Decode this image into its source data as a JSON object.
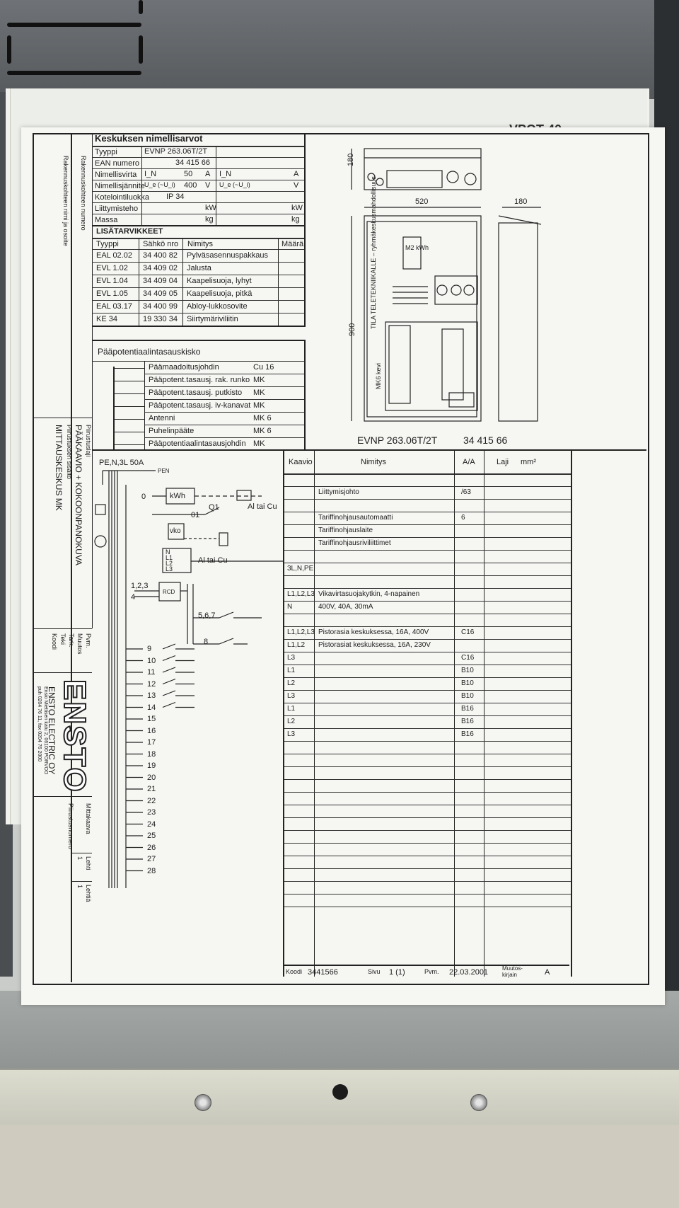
{
  "back_sheet_header": "VPOT 40",
  "ratings": {
    "title": "Keskuksen nimellisarvot",
    "rows": [
      {
        "label": "Tyyppi",
        "value": "EVNP 263.06T/2T"
      },
      {
        "label": "EAN numero",
        "value": "34 415 66"
      },
      {
        "label": "Nimellisvirta",
        "sym": "I_N",
        "value": "50",
        "unit": "A",
        "sym2": "I_N",
        "unit2": "A"
      },
      {
        "label": "Nimellisjännite",
        "sym": "U_e (~U_i)",
        "value": "400",
        "unit": "V",
        "sym2": "U_e (~U_i)",
        "unit2": "V"
      },
      {
        "label": "Kotelointiluokka",
        "value": "IP 34"
      },
      {
        "label": "Liittymisteho",
        "unit": "kW",
        "unit2": "kW"
      },
      {
        "label": "Massa",
        "unit": "kg",
        "unit2": "kg"
      }
    ]
  },
  "side_labels": {
    "rakennuskohde": "Rakennuskohteen nimi ja osoite",
    "rakennuspaikka": "Rakennuskohteen numero",
    "piirustuslaji_label": "Piirustuslaji",
    "piirustuslaji": "PÄÄKAAVIO + KOKOONPANOKUVA",
    "piirustuksen_sisalto_label": "Piirustuksen sisältö",
    "piirustuksen_sisalto": "MITTAUSKESKUS MK",
    "pvm": "Pvm.",
    "muutos": "Muutos",
    "tark": "Tark.",
    "teki": "Teki",
    "koodi": "Koodi"
  },
  "accessories": {
    "title": "LISÄTARVIKKEET",
    "headers": [
      "Tyyppi",
      "Sähkö nro",
      "Nimitys",
      "Määrä"
    ],
    "rows": [
      [
        "EAL 02.02",
        "34 400 82",
        "Pylväsasennuspakkaus",
        ""
      ],
      [
        "EVL 1.02",
        "34 409 02",
        "Jalusta",
        ""
      ],
      [
        "EVL 1.04",
        "34 409 04",
        "Kaapelisuoja, lyhyt",
        ""
      ],
      [
        "EVL 1.05",
        "34 409 05",
        "Kaapelisuoja, pitkä",
        ""
      ],
      [
        "EAL 03.17",
        "34 400 99",
        "Abloy-lukkosovite",
        ""
      ],
      [
        "KE 34",
        "19 330 34",
        "Siirtymäriviliitin",
        ""
      ]
    ]
  },
  "equipotential": {
    "title": "Pääpotentiaalintasauskisko",
    "rows": [
      [
        "Päämaadoitusjohdin",
        "Cu 16"
      ],
      [
        "Pääpotent.tasausj. rak. runko",
        "MK"
      ],
      [
        "Pääpotent.tasausj. putkisto",
        "MK"
      ],
      [
        "Pääpotent.tasausj. iv-kanavat",
        "MK"
      ],
      [
        "Antenni",
        "MK 6"
      ],
      [
        "Puhelinpääte",
        "MK 6"
      ],
      [
        "Pääpotentiaalintasausjohdin",
        "MK"
      ]
    ]
  },
  "drawing": {
    "dim_height_top": "180",
    "dim_width": "520",
    "dim_depth": "180",
    "dim_height": "900",
    "vertical_label": "TILA TELETEKNIIKALLE – ryhmäkeskusmahdollisuus",
    "mk6": "MK6 kevi",
    "m2": "M2 kWh",
    "caption_type": "EVNP 263.06T/2T",
    "caption_code": "34 415 66"
  },
  "schematic": {
    "supply": "PE,N,3L 50A",
    "pen": "PEN",
    "kwh": "kWh",
    "q1": "Q1",
    "vko": "vko",
    "al_cu_1": "Al tai Cu",
    "al_cu_2": "Al tai Cu",
    "n": "N",
    "l1": "L1",
    "l2": "L2",
    "l3": "L3",
    "rcd": "RCD",
    "c0": "0",
    "c01": "01",
    "c123": "1,2,3",
    "c4": "4",
    "c567": "5,6,7",
    "c8": "8",
    "circuits": [
      "9",
      "10",
      "11",
      "12",
      "13",
      "14",
      "15",
      "16",
      "17",
      "18",
      "19",
      "20",
      "21",
      "22",
      "23",
      "24",
      "25",
      "26",
      "27",
      "28"
    ]
  },
  "circuit_table": {
    "headers": [
      "Kaavio",
      "Nimitys",
      "A/A",
      "Laji",
      "mm²"
    ],
    "rows": [
      [
        "",
        "",
        "",
        ""
      ],
      [
        "",
        "Liittymisjohto",
        "/63",
        ""
      ],
      [
        "",
        "",
        "",
        ""
      ],
      [
        "",
        "Tariffinohjausautomaatti",
        "6",
        ""
      ],
      [
        "",
        "Tariffinohjauslaite",
        "",
        ""
      ],
      [
        "",
        "Tariffinohjausriviliittimet",
        "",
        ""
      ],
      [
        "",
        "",
        "",
        ""
      ],
      [
        "3L,N,PE",
        "",
        "",
        ""
      ],
      [
        "",
        "",
        "",
        ""
      ],
      [
        "L1,L2,L3",
        "Vikavirtasuojakytkin, 4-napainen",
        "",
        ""
      ],
      [
        "N",
        "400V, 40A, 30mA",
        "",
        ""
      ],
      [
        "",
        "",
        "",
        ""
      ],
      [
        "L1,L2,L3",
        "Pistorasia keskuksessa, 16A, 400V",
        "C16",
        ""
      ],
      [
        "L1,L2",
        "Pistorasiat keskuksessa, 16A, 230V",
        "",
        ""
      ],
      [
        "L3",
        "",
        "C16",
        ""
      ],
      [
        "L1",
        "",
        "B10",
        ""
      ],
      [
        "L2",
        "",
        "B10",
        ""
      ],
      [
        "L3",
        "",
        "B10",
        ""
      ],
      [
        "L1",
        "",
        "B16",
        ""
      ],
      [
        "L2",
        "",
        "B16",
        ""
      ],
      [
        "L3",
        "",
        "B16",
        ""
      ]
    ]
  },
  "company": {
    "logo": "ENSTO",
    "name": "ENSTO ELECTRIC OY",
    "address": "Ensio Miettisen katu 2, 06100 PORVOO",
    "phone": "puh 0204 76 11, fax 0204 76 2000"
  },
  "footer": {
    "koodi_label": "Koodi",
    "koodi": "3441566",
    "sivu_label": "Sivu",
    "sivu": "1 (1)",
    "pvm_label": "Pvm.",
    "pvm": "22.03.2001",
    "muutos_label": "Muutos-kirjain",
    "muutos": "A",
    "mittakaava": "Mittakaava",
    "piirustusnumero": "Piirustusnumero",
    "lehti_label": "Lehti",
    "lehti": "1",
    "lehtia_label": "Lehtiä",
    "lehtia": "1"
  }
}
